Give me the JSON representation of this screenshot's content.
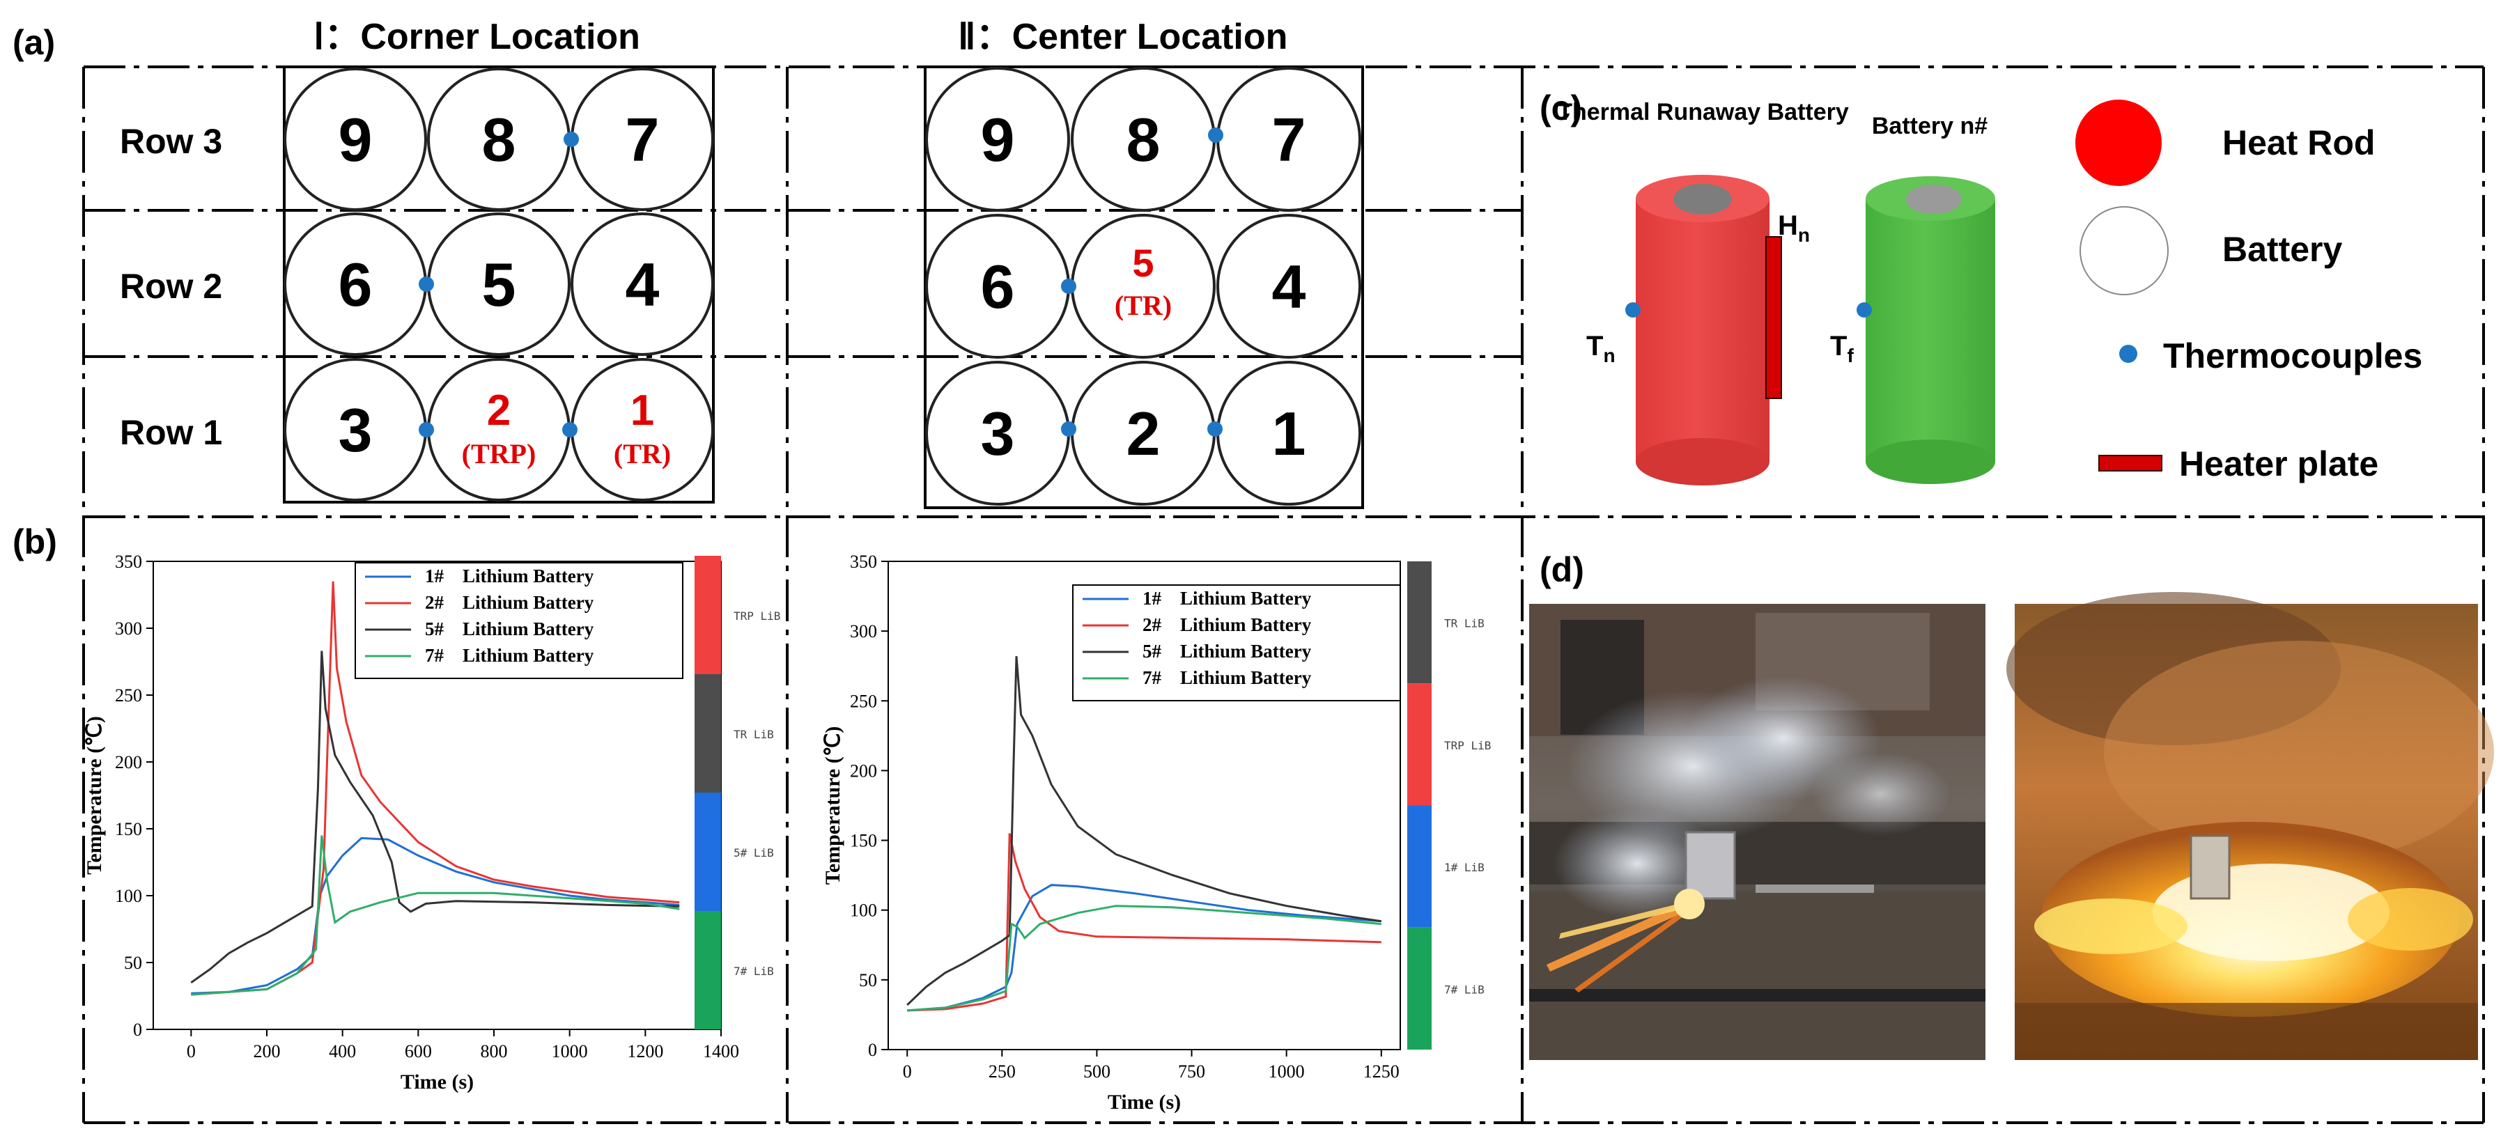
{
  "panel_labels": {
    "a": "(a)",
    "b": "(b)",
    "c": "(c)",
    "d": "(d)"
  },
  "layout_titles": {
    "corner": "Ⅰ：Corner Location",
    "center": "Ⅱ：Center Location"
  },
  "row_labels": [
    "Row 3",
    "Row 2",
    "Row 1"
  ],
  "cell_numbers": [
    "9",
    "8",
    "7",
    "6",
    "5",
    "4",
    "3",
    "2",
    "1"
  ],
  "corner_annotations": {
    "cell2_tag": "(TRP)",
    "cell1_tag": "(TR)"
  },
  "center_annotations": {
    "cell5_tag": "(TR)"
  },
  "schematic": {
    "tr_battery_title": "Thermal Runaway Battery",
    "battery_n_title": "Battery n#",
    "hn_label": "H",
    "hn_sub": "n",
    "tn_label": "T",
    "tn_sub": "n",
    "tf_label": "T",
    "tf_sub": "f",
    "legend": [
      {
        "label": "Heat Rod",
        "color": "#ff0000"
      },
      {
        "label": "Battery",
        "color": "#ffffff"
      },
      {
        "label": "Thermocouples",
        "color": "#1f77c4"
      },
      {
        "label": "Heater plate",
        "color": "#d40000"
      }
    ]
  },
  "chart_data": [
    {
      "type": "line",
      "xlabel": "Time (s)",
      "ylabel": "Temperature (℃)",
      "xlim": [
        -100,
        1400
      ],
      "ylim": [
        0,
        350
      ],
      "xticks": [
        0,
        200,
        400,
        600,
        800,
        1000,
        1200,
        1400
      ],
      "yticks": [
        0,
        50,
        100,
        150,
        200,
        250,
        300,
        350
      ],
      "legend_position": "top-right",
      "series": [
        {
          "name": "1#    Lithium Battery",
          "color": "#1f6fd4",
          "points": [
            [
              0,
              27
            ],
            [
              100,
              28
            ],
            [
              200,
              33
            ],
            [
              280,
              45
            ],
            [
              320,
              55
            ],
            [
              340,
              100
            ],
            [
              360,
              115
            ],
            [
              400,
              130
            ],
            [
              450,
              143
            ],
            [
              520,
              142
            ],
            [
              600,
              130
            ],
            [
              700,
              118
            ],
            [
              800,
              110
            ],
            [
              900,
              105
            ],
            [
              1000,
              100
            ],
            [
              1100,
              97
            ],
            [
              1200,
              95
            ],
            [
              1290,
              93
            ]
          ]
        },
        {
          "name": "2#    Lithium Battery",
          "color": "#e83535",
          "points": [
            [
              0,
              26
            ],
            [
              100,
              28
            ],
            [
              200,
              30
            ],
            [
              280,
              42
            ],
            [
              320,
              50
            ],
            [
              350,
              120
            ],
            [
              365,
              250
            ],
            [
              375,
              335
            ],
            [
              385,
              270
            ],
            [
              410,
              230
            ],
            [
              450,
              190
            ],
            [
              500,
              170
            ],
            [
              600,
              140
            ],
            [
              700,
              122
            ],
            [
              800,
              112
            ],
            [
              900,
              107
            ],
            [
              1000,
              103
            ],
            [
              1100,
              99
            ],
            [
              1200,
              97
            ],
            [
              1290,
              95
            ]
          ]
        },
        {
          "name": "5#    Lithium Battery",
          "color": "#333333",
          "points": [
            [
              0,
              35
            ],
            [
              50,
              45
            ],
            [
              100,
              57
            ],
            [
              150,
              65
            ],
            [
              200,
              72
            ],
            [
              260,
              82
            ],
            [
              320,
              92
            ],
            [
              335,
              180
            ],
            [
              345,
              283
            ],
            [
              355,
              240
            ],
            [
              380,
              205
            ],
            [
              420,
              185
            ],
            [
              480,
              160
            ],
            [
              530,
              125
            ],
            [
              550,
              95
            ],
            [
              580,
              88
            ],
            [
              620,
              94
            ],
            [
              700,
              96
            ],
            [
              900,
              95
            ],
            [
              1100,
              93
            ],
            [
              1290,
              92
            ]
          ]
        },
        {
          "name": "7#    Lithium Battery",
          "color": "#2fae6b",
          "points": [
            [
              0,
              26
            ],
            [
              100,
              28
            ],
            [
              200,
              30
            ],
            [
              280,
              42
            ],
            [
              330,
              60
            ],
            [
              345,
              145
            ],
            [
              360,
              110
            ],
            [
              380,
              80
            ],
            [
              420,
              88
            ],
            [
              500,
              95
            ],
            [
              600,
              102
            ],
            [
              800,
              102
            ],
            [
              1000,
              98
            ],
            [
              1200,
              94
            ],
            [
              1290,
              90
            ]
          ]
        }
      ],
      "colorbar": [
        {
          "label": "TRP LiB",
          "color": "#f04040"
        },
        {
          "label": "TR LiB",
          "color": "#4d4d4d"
        },
        {
          "label": "5# LiB",
          "color": "#1f6fe0"
        },
        {
          "label": "7# LiB",
          "color": "#1aa35a"
        }
      ]
    },
    {
      "type": "line",
      "xlabel": "Time (s)",
      "ylabel": "Temperature (℃)",
      "xlim": [
        -50,
        1300
      ],
      "ylim": [
        0,
        350
      ],
      "xticks": [
        0,
        250,
        500,
        750,
        1000,
        1250
      ],
      "yticks": [
        0,
        50,
        100,
        150,
        200,
        250,
        300,
        350
      ],
      "legend_position": "top-right",
      "series": [
        {
          "name": "1#    Lithium Battery",
          "color": "#1f6fd4",
          "points": [
            [
              0,
              28
            ],
            [
              100,
              30
            ],
            [
              200,
              37
            ],
            [
              260,
              45
            ],
            [
              275,
              55
            ],
            [
              290,
              90
            ],
            [
              330,
              110
            ],
            [
              380,
              118
            ],
            [
              450,
              117
            ],
            [
              600,
              112
            ],
            [
              750,
              106
            ],
            [
              900,
              100
            ],
            [
              1050,
              96
            ],
            [
              1250,
              92
            ]
          ]
        },
        {
          "name": "2#    Lithium Battery",
          "color": "#e83535",
          "points": [
            [
              0,
              28
            ],
            [
              100,
              29
            ],
            [
              200,
              33
            ],
            [
              260,
              38
            ],
            [
              270,
              155
            ],
            [
              285,
              135
            ],
            [
              310,
              115
            ],
            [
              350,
              95
            ],
            [
              400,
              85
            ],
            [
              500,
              81
            ],
            [
              750,
              80
            ],
            [
              1000,
              79
            ],
            [
              1250,
              77
            ]
          ]
        },
        {
          "name": "5#    Lithium Battery",
          "color": "#333333",
          "points": [
            [
              0,
              32
            ],
            [
              50,
              45
            ],
            [
              100,
              55
            ],
            [
              150,
              62
            ],
            [
              200,
              70
            ],
            [
              250,
              78
            ],
            [
              270,
              82
            ],
            [
              280,
              200
            ],
            [
              288,
              282
            ],
            [
              300,
              240
            ],
            [
              330,
              225
            ],
            [
              380,
              190
            ],
            [
              450,
              160
            ],
            [
              550,
              140
            ],
            [
              700,
              125
            ],
            [
              850,
              112
            ],
            [
              1000,
              103
            ],
            [
              1150,
              96
            ],
            [
              1250,
              92
            ]
          ]
        },
        {
          "name": "7#    Lithium Battery",
          "color": "#2fae6b",
          "points": [
            [
              0,
              28
            ],
            [
              100,
              30
            ],
            [
              200,
              36
            ],
            [
              260,
              42
            ],
            [
              275,
              90
            ],
            [
              290,
              88
            ],
            [
              310,
              80
            ],
            [
              350,
              90
            ],
            [
              450,
              98
            ],
            [
              550,
              103
            ],
            [
              700,
              102
            ],
            [
              900,
              98
            ],
            [
              1100,
              94
            ],
            [
              1250,
              90
            ]
          ]
        }
      ],
      "colorbar": [
        {
          "label": "TR LiB",
          "color": "#4d4d4d"
        },
        {
          "label": "TRP LiB",
          "color": "#f04040"
        },
        {
          "label": "1# LiB",
          "color": "#1f6fe0"
        },
        {
          "label": "7# LiB",
          "color": "#1aa35a"
        }
      ]
    }
  ]
}
